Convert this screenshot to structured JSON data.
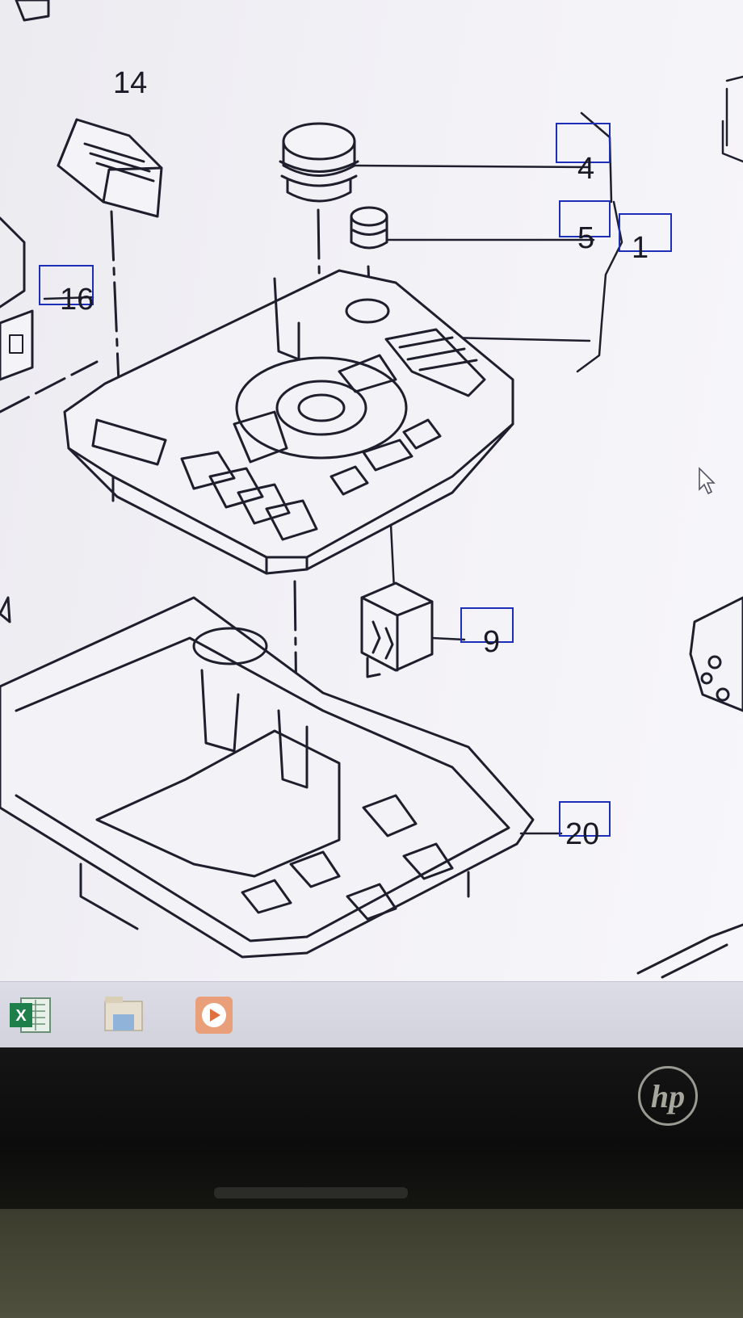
{
  "diagram": {
    "callouts": [
      {
        "id": "callout-14",
        "number": "14",
        "boxed": false
      },
      {
        "id": "callout-4",
        "number": "4",
        "boxed": true
      },
      {
        "id": "callout-5",
        "number": "5",
        "boxed": true
      },
      {
        "id": "callout-1",
        "number": "1",
        "boxed": true
      },
      {
        "id": "callout-16",
        "number": "16",
        "boxed": true
      },
      {
        "id": "callout-9",
        "number": "9",
        "boxed": true
      },
      {
        "id": "callout-20",
        "number": "20",
        "boxed": true
      }
    ],
    "line_color": "#1e1e2c",
    "callout_box_color": "#1d2fb8"
  },
  "taskbar": {
    "apps": [
      {
        "name": "excel-icon",
        "glyph": "X"
      },
      {
        "name": "file-explorer-icon",
        "glyph": ""
      },
      {
        "name": "media-player-icon",
        "glyph": "▶"
      }
    ]
  },
  "laptop": {
    "brand": "hp"
  }
}
